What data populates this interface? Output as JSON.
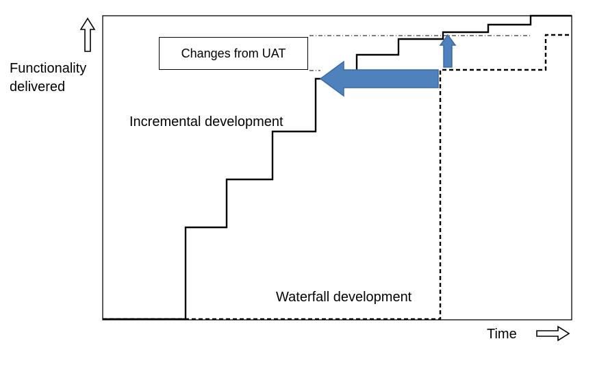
{
  "labels": {
    "y_axis_line1": "Functionality",
    "y_axis_line2": "delivered",
    "x_axis": "Time",
    "changes_box": "Changes from UAT",
    "incremental": "Incremental development",
    "waterfall": "Waterfall development"
  },
  "colors": {
    "arrow_fill": "#4f81bd",
    "arrow_stroke": "#3a6aa6",
    "line": "#000000"
  },
  "icons": {
    "y_axis_arrow": "up-hollow-arrow-icon",
    "x_axis_arrow": "right-hollow-arrow-icon"
  }
}
